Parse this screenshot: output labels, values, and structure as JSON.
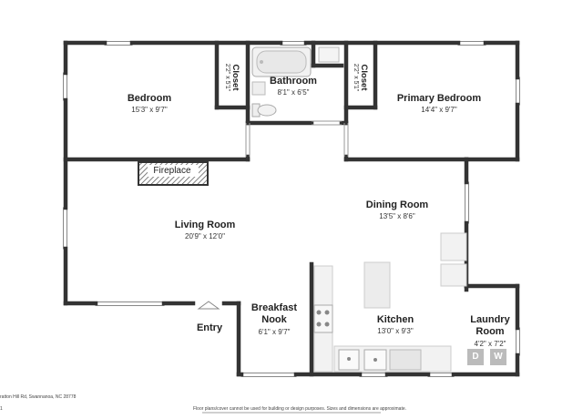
{
  "rooms": {
    "bedroom": {
      "name": "Bedroom",
      "dim": "15'3\" x 9'7\""
    },
    "closet_left": {
      "name": "Closet",
      "dim": "2'2\" x 5'1\""
    },
    "bathroom": {
      "name": "Bathroom",
      "dim": "8'1\" x 6'5\""
    },
    "closet_right": {
      "name": "Closet",
      "dim": "2'2\" x 5'1\""
    },
    "primary_bedroom": {
      "name": "Primary Bedroom",
      "dim": "14'4\" x 9'7\""
    },
    "fireplace": {
      "name": "Fireplace"
    },
    "living_room": {
      "name": "Living Room",
      "dim": "20'9\" x 12'0\""
    },
    "dining_room": {
      "name": "Dining Room",
      "dim": "13'5\" x 8'6\""
    },
    "breakfast_nook": {
      "name": "Breakfast Nook",
      "dim": "6'1\" x 9'7\""
    },
    "kitchen": {
      "name": "Kitchen",
      "dim": "13'0\" x 9'3\""
    },
    "laundry_room": {
      "name": "Laundry Room",
      "dim": "4'2\" x 7'2\""
    },
    "entry": {
      "name": "Entry"
    }
  },
  "appliances": {
    "dryer": "D",
    "washer": "W"
  },
  "footer": {
    "address": "ratton Hill Rd, Swannanoa, NC 28778",
    "page": "1",
    "disclaimer": "Floor plans/cover cannot be used for building or design purposes. Sizes and dimensions are approximate."
  }
}
